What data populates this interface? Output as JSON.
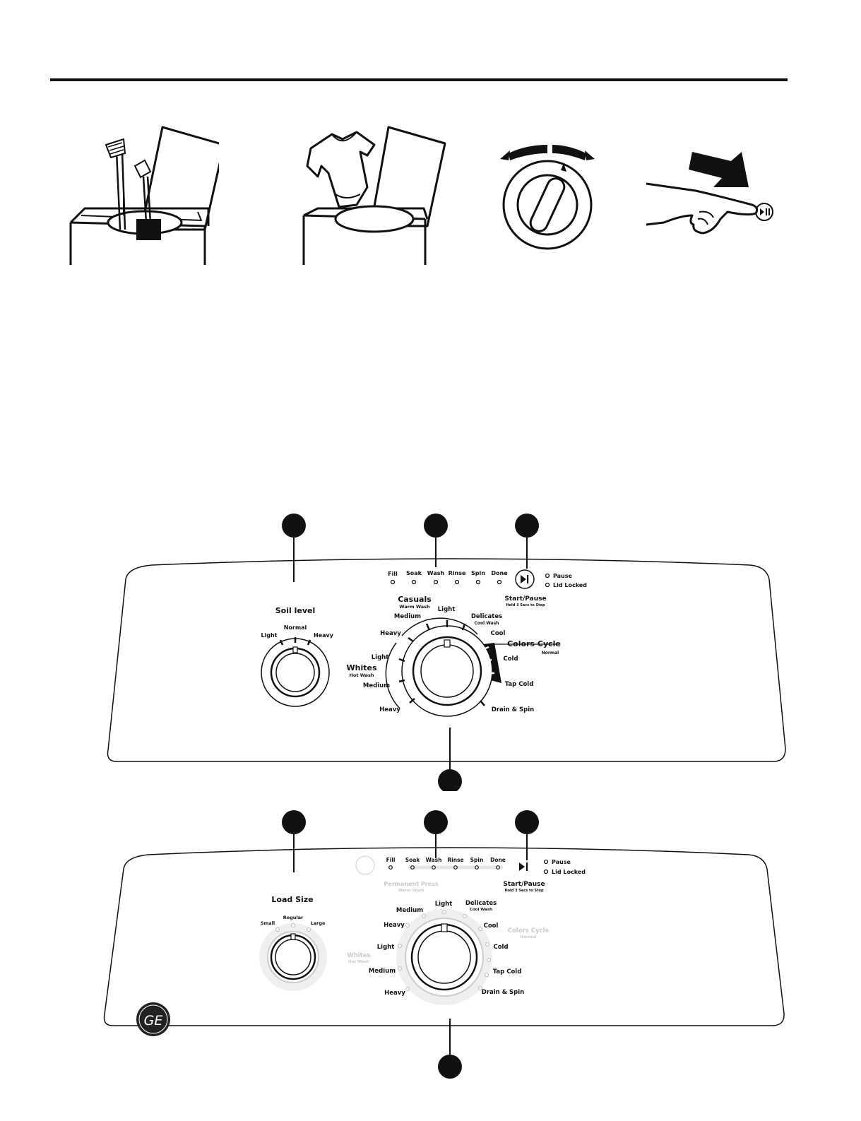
{
  "panel1": {
    "cycle_status": [
      "Fill",
      "Soak",
      "Wash",
      "Rinse",
      "Spin",
      "Done"
    ],
    "pause": "Pause",
    "lid_locked": "Lid Locked",
    "start_pause": "Start/Pause",
    "start_pause_sub": "Hold 3 Secs to Stop",
    "soil_title": "Soil level",
    "soil_light": "Light",
    "soil_normal": "Normal",
    "soil_heavy": "Heavy",
    "casuals": "Casuals",
    "casuals_sub": "Warm Wash",
    "c_medium": "Medium",
    "c_light": "Light",
    "c_heavy": "Heavy",
    "delicates": "Delicates",
    "delicates_sub": "Cool Wash",
    "cool": "Cool",
    "colors": "Colors Cycle",
    "colors_sub": "Normal",
    "cold": "Cold",
    "tap_cold": "Tap Cold",
    "drain_spin": "Drain & Spin",
    "w_light": "Light",
    "whites": "Whites",
    "whites_sub": "Hot Wash",
    "w_medium": "Medium",
    "w_heavy": "Heavy"
  },
  "panel2": {
    "cycle_status": [
      "Fill",
      "Soak",
      "Wash",
      "Rinse",
      "Spin",
      "Done"
    ],
    "pause": "Pause",
    "lid_locked": "Lid Locked",
    "start_pause": "Start/Pause",
    "start_pause_sub": "Hold 3 Secs to Stop",
    "perm_press": "Permanent Press",
    "perm_press_sub": "Warm Wash",
    "load_title": "Load Size",
    "small": "Small",
    "regular": "Regular",
    "large": "Large",
    "medium": "Medium",
    "light": "Light",
    "heavy": "Heavy",
    "delicates": "Delicates",
    "delicates_sub": "Cool Wash",
    "cool": "Cool",
    "colors": "Colors Cycle",
    "colors_sub": "Normal",
    "cold": "Cold",
    "tap_cold": "Tap Cold",
    "drain_spin": "Drain & Spin",
    "w_light": "Light",
    "whites": "Whites",
    "whites_sub": "Hot Wash",
    "w_medium": "Medium",
    "w_heavy": "Heavy",
    "logo": "GE"
  }
}
